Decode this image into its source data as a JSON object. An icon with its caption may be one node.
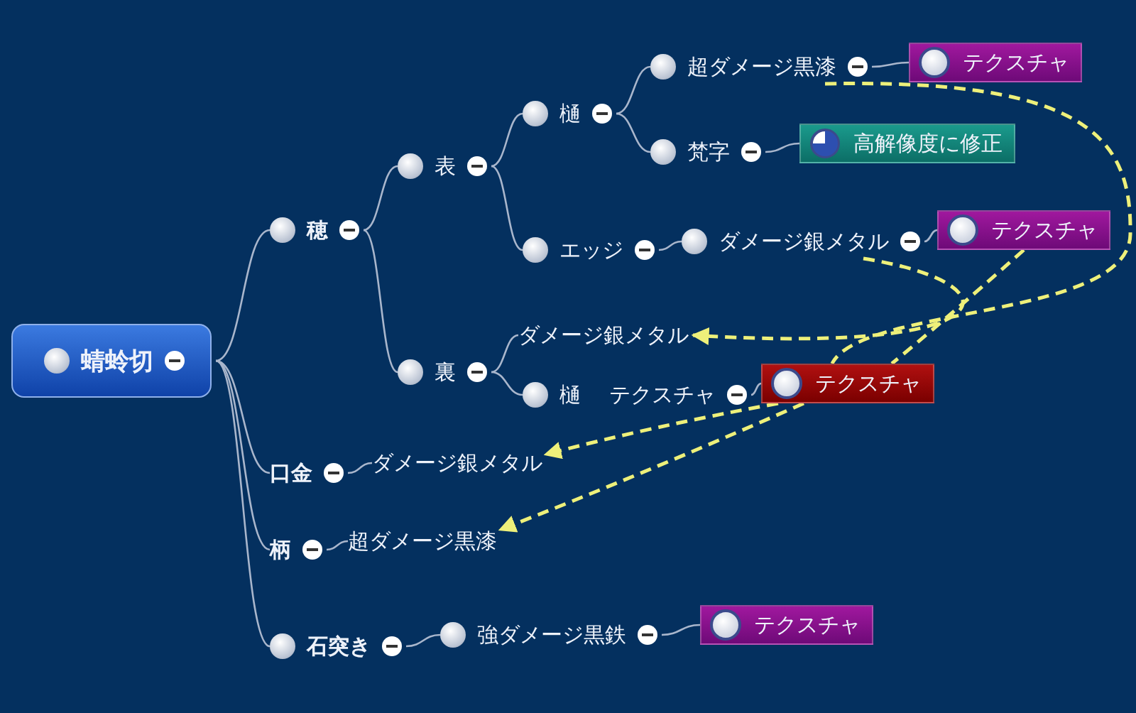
{
  "diagram": {
    "nodes": [
      {
        "text": [
          "蜻蛉切"
        ]
      },
      {
        "text": [
          "穂"
        ]
      },
      {
        "text": [
          "表"
        ]
      },
      {
        "text": [
          "樋"
        ]
      },
      {
        "text": [
          "超ダメージ黒漆"
        ]
      },
      {
        "text": [
          "テクスチャ"
        ]
      },
      {
        "text": [
          "梵字"
        ]
      },
      {
        "text": [
          "高解像度に修正"
        ]
      },
      {
        "text": [
          "エッジ"
        ]
      },
      {
        "text": [
          "ダメージ銀メタル"
        ]
      },
      {
        "text": [
          "テクスチャ"
        ]
      },
      {
        "text": [
          "裏"
        ]
      },
      {
        "text": [
          "ダメージ銀メタル"
        ]
      },
      {
        "text": [
          "樋 テクスチャ"
        ]
      },
      {
        "text": [
          "テクスチャ"
        ]
      },
      {
        "text": [
          "口金"
        ]
      },
      {
        "text": [
          "ダメージ銀メタル"
        ]
      },
      {
        "text": [
          "柄"
        ]
      },
      {
        "text": [
          "超ダメージ黒漆"
        ]
      },
      {
        "text": [
          "石突き"
        ]
      },
      {
        "text": [
          "強ダメージ黒鉄"
        ]
      },
      {
        "text": [
          "テクスチャ"
        ]
      }
    ],
    "edges": [
      {
        "from": 0,
        "to": 1,
        "arrow": "none"
      },
      {
        "from": 1,
        "to": 2,
        "arrow": "none"
      },
      {
        "from": 2,
        "to": 3,
        "arrow": "none"
      },
      {
        "from": 3,
        "to": 4,
        "arrow": "none"
      },
      {
        "from": 4,
        "to": 5,
        "arrow": "none"
      },
      {
        "from": 3,
        "to": 6,
        "arrow": "none"
      },
      {
        "from": 6,
        "to": 7,
        "arrow": "none"
      },
      {
        "from": 2,
        "to": 8,
        "arrow": "none"
      },
      {
        "from": 8,
        "to": 9,
        "arrow": "none"
      },
      {
        "from": 9,
        "to": 10,
        "arrow": "none"
      },
      {
        "from": 1,
        "to": 11,
        "arrow": "none"
      },
      {
        "from": 11,
        "to": 12,
        "arrow": "none"
      },
      {
        "from": 11,
        "to": 13,
        "arrow": "none"
      },
      {
        "from": 13,
        "to": 14,
        "arrow": "none"
      },
      {
        "from": 0,
        "to": 15,
        "arrow": "none"
      },
      {
        "from": 15,
        "to": 16,
        "arrow": "none"
      },
      {
        "from": 0,
        "to": 17,
        "arrow": "none"
      },
      {
        "from": 17,
        "to": 18,
        "arrow": "none"
      },
      {
        "from": 0,
        "to": 19,
        "arrow": "none"
      },
      {
        "from": 19,
        "to": 20,
        "arrow": "none"
      },
      {
        "from": 20,
        "to": 21,
        "arrow": "none"
      },
      {
        "from": 4,
        "to": 14,
        "arrow": "none",
        "style": "dashed",
        "color": "#eef07a"
      },
      {
        "from": 10,
        "to": 14,
        "arrow": "none",
        "style": "dashed",
        "color": "#eef07a"
      },
      {
        "from": 9,
        "to": 12,
        "arrow": "to",
        "style": "dashed",
        "color": "#eef07a"
      },
      {
        "from": 14,
        "to": 16,
        "arrow": "to",
        "style": "dashed",
        "color": "#eef07a"
      },
      {
        "from": 14,
        "to": 18,
        "arrow": "to",
        "style": "dashed",
        "color": "#eef07a"
      }
    ]
  }
}
